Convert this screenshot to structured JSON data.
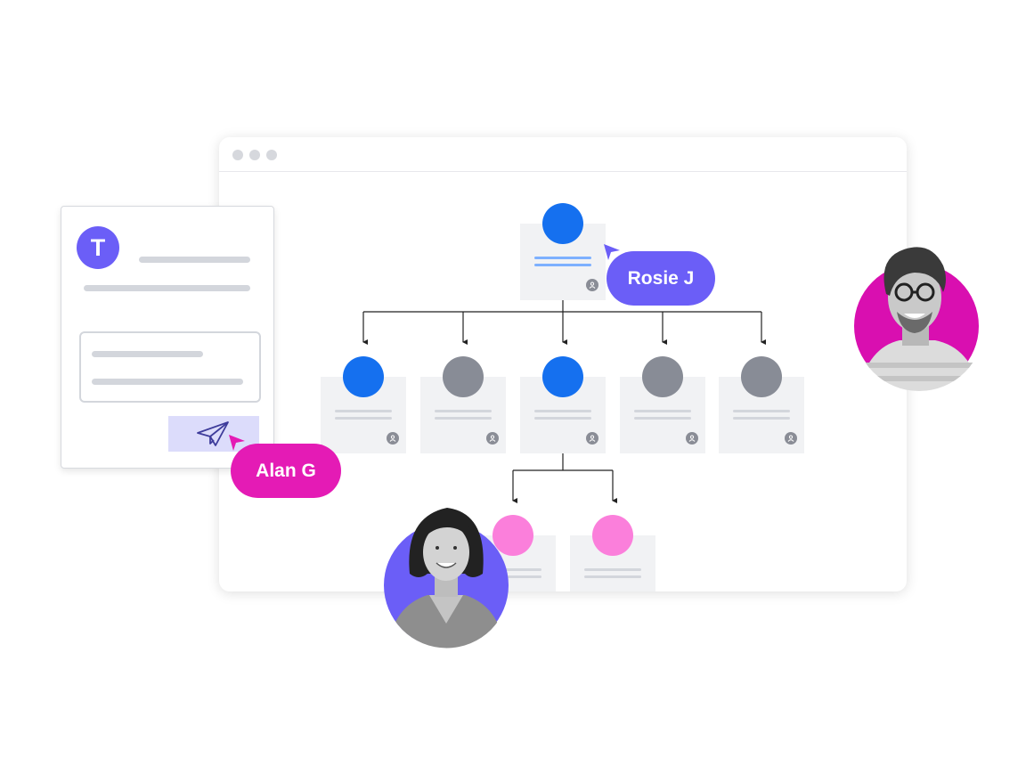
{
  "compose": {
    "avatar_initial": "T",
    "send_icon": "paper-plane-icon"
  },
  "cursors": {
    "alan": {
      "name": "Alan G",
      "color": "#e41bb5"
    },
    "rosie": {
      "name": "Rosie J",
      "color": "#6b5ef7"
    }
  },
  "org_chart": {
    "root": {
      "avatar_color": "#1570ef"
    },
    "level1": [
      {
        "avatar_color": "#1570ef"
      },
      {
        "avatar_color": "#888c96"
      },
      {
        "avatar_color": "#1570ef"
      },
      {
        "avatar_color": "#888c96"
      },
      {
        "avatar_color": "#888c96"
      }
    ],
    "level2": [
      {
        "avatar_color": "#fb7fdb"
      },
      {
        "avatar_color": "#fb7fdb"
      }
    ]
  },
  "colors": {
    "brand_purple": "#6b5ef7",
    "brand_magenta": "#e41bb5",
    "brand_blue": "#1570ef"
  }
}
